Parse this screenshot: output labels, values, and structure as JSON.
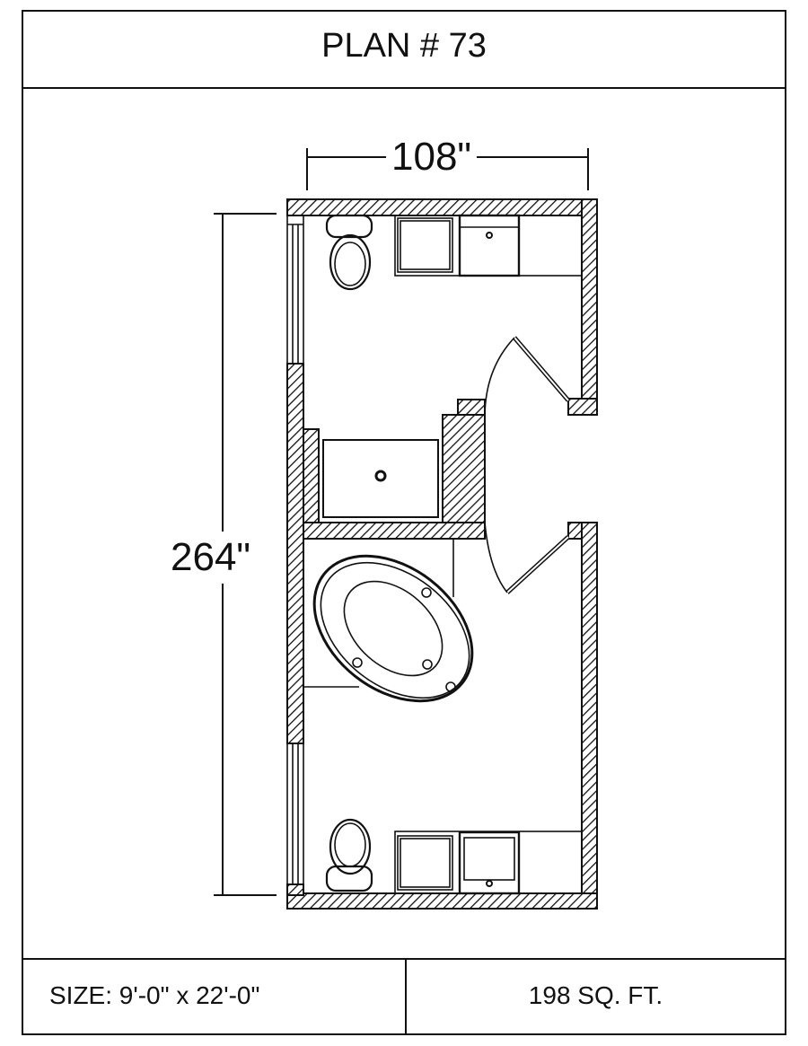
{
  "title": "PLAN # 73",
  "dimensions": {
    "width": "108\"",
    "length": "264\""
  },
  "footer": {
    "size": "SIZE:  9'-0\" x 22'-0\"",
    "area": "198 SQ. FT."
  }
}
